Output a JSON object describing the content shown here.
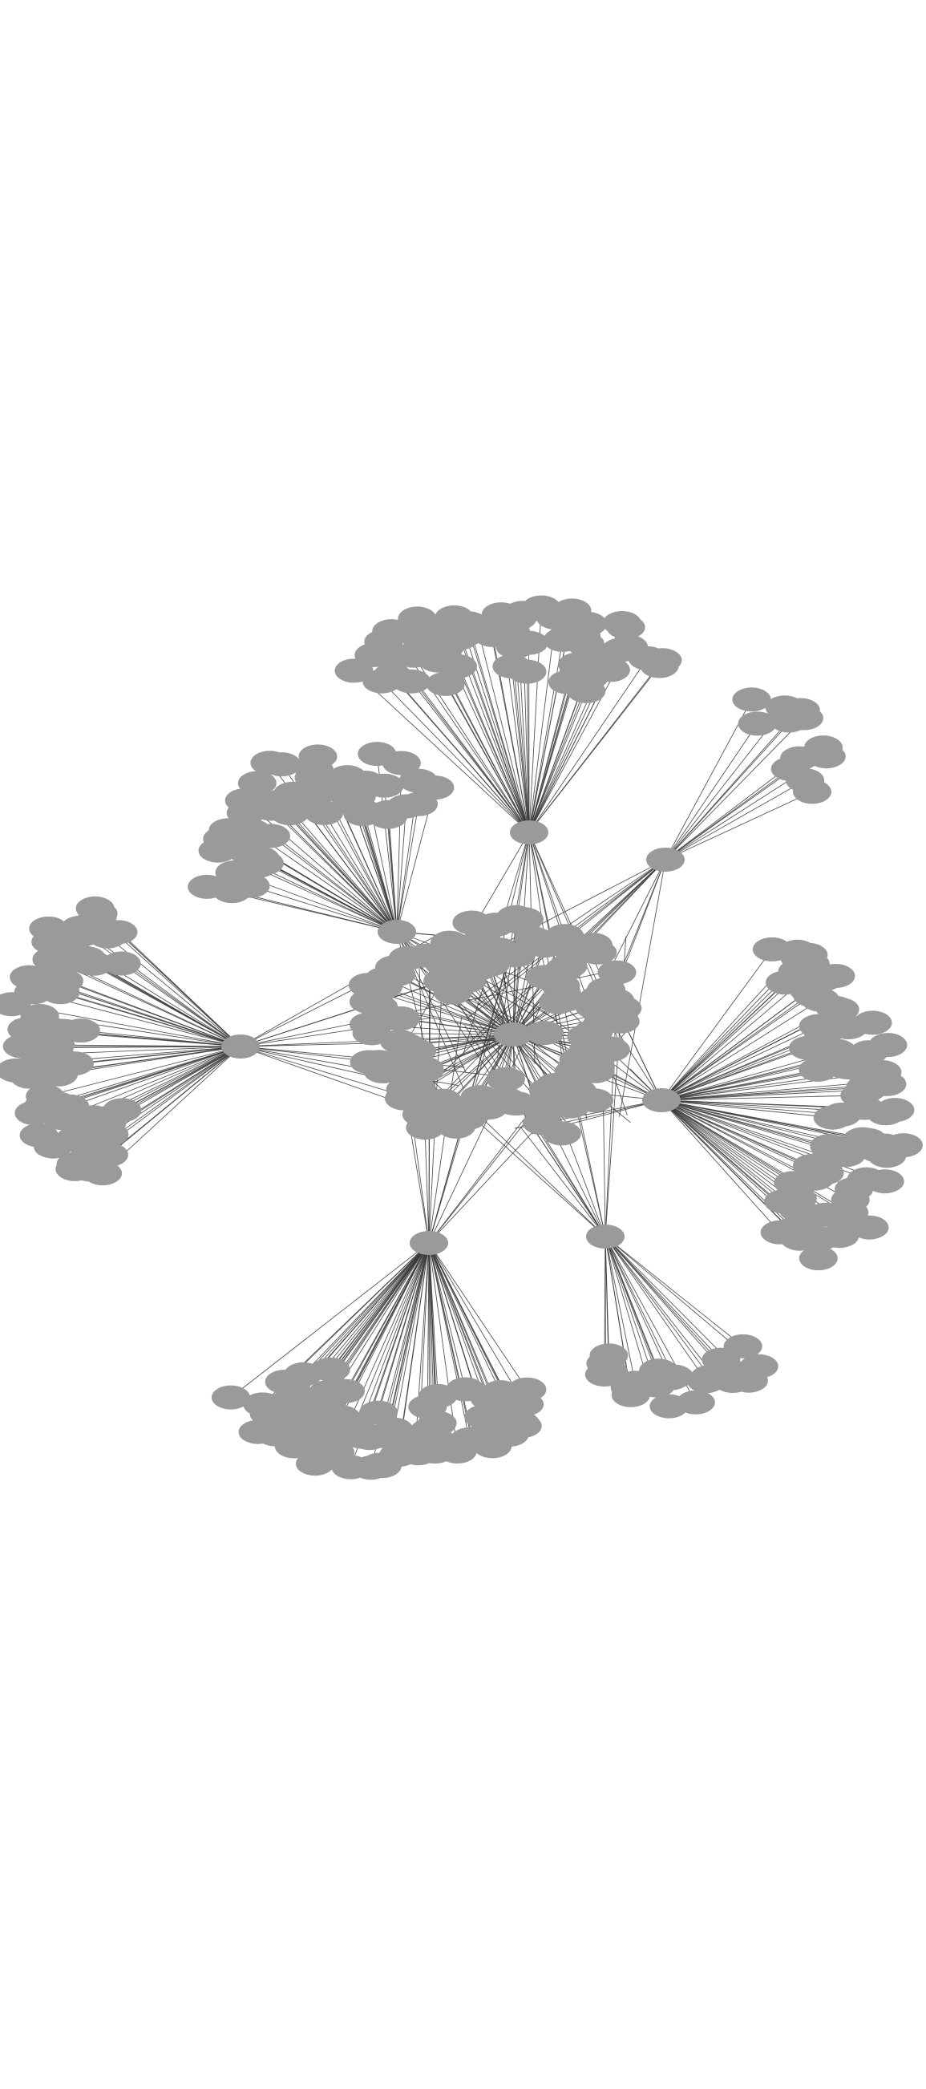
{
  "diagram": {
    "type": "network-graph",
    "background_color": "#ffffff",
    "node_color": "#9a9a9a",
    "edge_color": "#3a3a3a",
    "labels_shown": false,
    "clusters": [
      {
        "id": "top",
        "leaf_count": 55
      },
      {
        "id": "upper-left",
        "leaf_count": 50
      },
      {
        "id": "left",
        "leaf_count": 62
      },
      {
        "id": "top-right-small",
        "leaf_count": 12
      },
      {
        "id": "right",
        "leaf_count": 75
      },
      {
        "id": "bottom",
        "leaf_count": 70
      },
      {
        "id": "bottom-right-small",
        "leaf_count": 24
      },
      {
        "id": "center",
        "leaf_count": 110
      }
    ]
  }
}
